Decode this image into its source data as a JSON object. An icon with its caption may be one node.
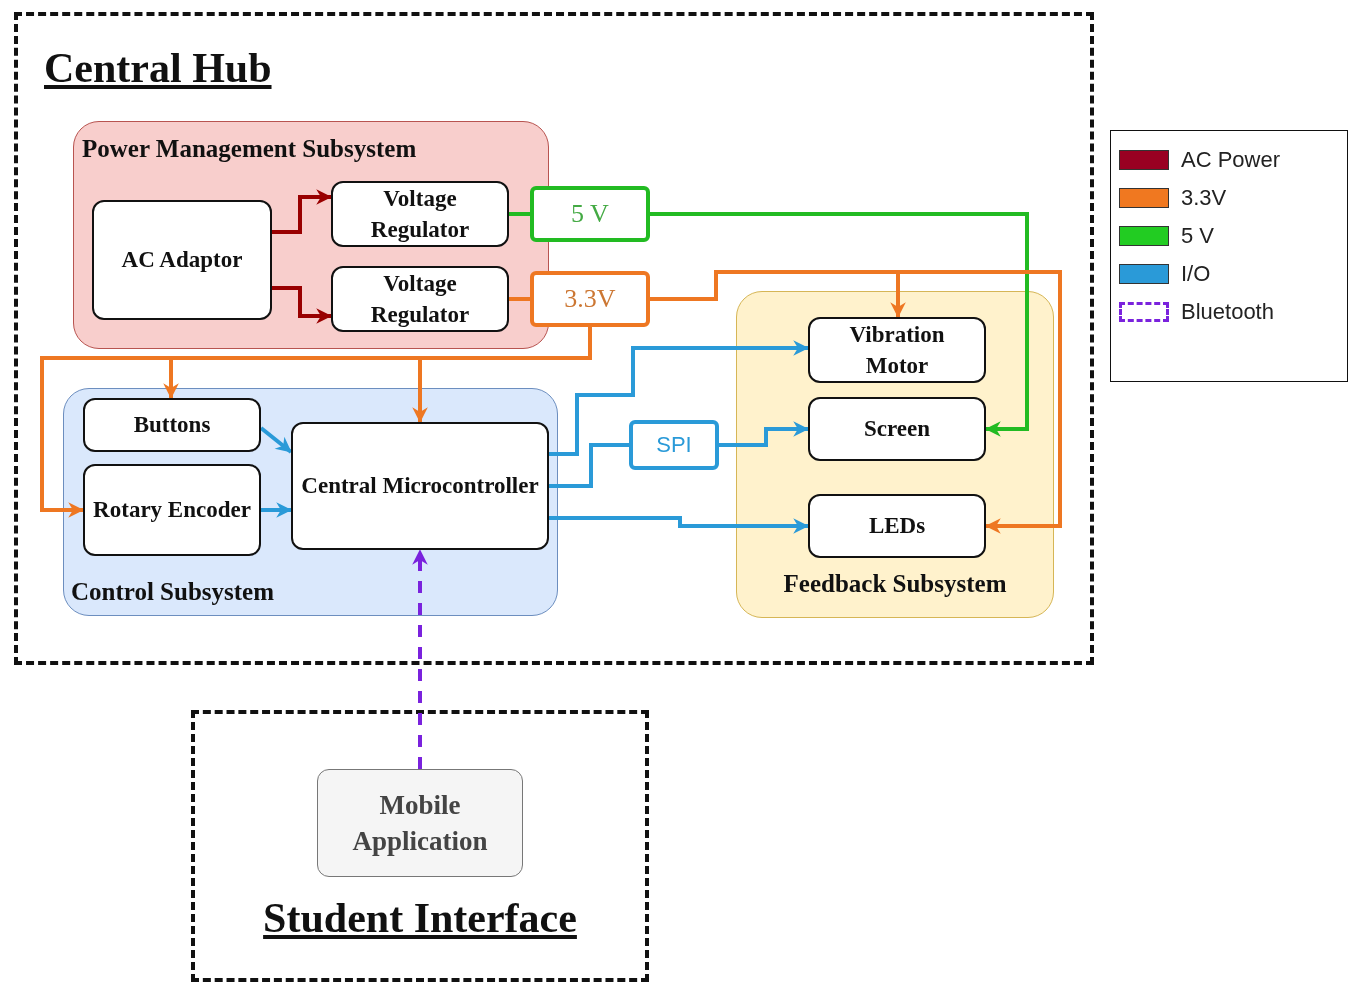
{
  "diagram": {
    "nodes": [
      {
        "text": [
          "Central Hub"
        ]
      },
      {
        "text": [
          "Power Management Subsystem"
        ],
        "in": 0
      },
      {
        "text": [
          "AC Adaptor"
        ],
        "in": 1
      },
      {
        "text": [
          "Voltage Regulator"
        ],
        "in": 1
      },
      {
        "text": [
          "Voltage Regulator"
        ],
        "in": 1
      },
      {
        "text": [
          "5 V"
        ],
        "in": 0
      },
      {
        "text": [
          "3.3V"
        ],
        "in": 0
      },
      {
        "text": [
          "Control Subsystem"
        ],
        "in": 0
      },
      {
        "text": [
          "Buttons"
        ],
        "in": 7
      },
      {
        "text": [
          "Rotary Encoder"
        ],
        "in": 7
      },
      {
        "text": [
          "Central Microcontroller"
        ],
        "in": 7
      },
      {
        "text": [
          "SPI"
        ],
        "in": 0
      },
      {
        "text": [
          "Feedback Subsystem"
        ],
        "in": 0
      },
      {
        "text": [
          "Vibration Motor"
        ],
        "in": 12
      },
      {
        "text": [
          "Screen"
        ],
        "in": 12
      },
      {
        "text": [
          "LEDs"
        ],
        "in": 12
      },
      {
        "text": [
          "Student Interface"
        ]
      },
      {
        "text": [
          "Mobile Application"
        ],
        "in": 16
      }
    ],
    "edges": [
      {
        "from": 2,
        "to": 3,
        "arrow": "to",
        "color": "#990000"
      },
      {
        "from": 2,
        "to": 4,
        "arrow": "to",
        "color": "#990000"
      },
      {
        "from": 3,
        "to": 5,
        "arrow": "none",
        "color": "#22bb22"
      },
      {
        "from": 5,
        "to": 14,
        "arrow": "to",
        "color": "#22bb22"
      },
      {
        "from": 4,
        "to": 6,
        "arrow": "none",
        "color": "#ee7722"
      },
      {
        "from": 6,
        "to": 13,
        "arrow": "to",
        "color": "#ee7722"
      },
      {
        "from": 6,
        "to": 15,
        "arrow": "to",
        "color": "#ee7722"
      },
      {
        "from": 6,
        "to": 8,
        "arrow": "to",
        "color": "#ee7722"
      },
      {
        "from": 6,
        "to": 10,
        "arrow": "to",
        "color": "#ee7722"
      },
      {
        "from": 6,
        "to": 9,
        "arrow": "to",
        "color": "#ee7722"
      },
      {
        "from": 8,
        "to": 10,
        "arrow": "to",
        "color": "#2a9ad8"
      },
      {
        "from": 9,
        "to": 10,
        "arrow": "to",
        "color": "#2a9ad8"
      },
      {
        "from": 10,
        "to": 13,
        "arrow": "to",
        "color": "#2a9ad8"
      },
      {
        "from": 10,
        "to": 11,
        "arrow": "none",
        "color": "#2a9ad8"
      },
      {
        "from": 11,
        "to": 14,
        "arrow": "to",
        "color": "#2a9ad8"
      },
      {
        "from": 10,
        "to": 15,
        "arrow": "to",
        "color": "#2a9ad8"
      },
      {
        "from": 17,
        "to": 10,
        "arrow": "to",
        "style": "dashed",
        "color": "#7a22dd"
      }
    ],
    "legend": [
      {
        "text": "AC Power",
        "color": "#990022"
      },
      {
        "text": "3.3V",
        "color": "#f07820"
      },
      {
        "text": "5 V",
        "color": "#22cc22"
      },
      {
        "text": "I/O",
        "color": "#2a9ad8"
      },
      {
        "text": "Bluetooth"
      }
    ]
  }
}
